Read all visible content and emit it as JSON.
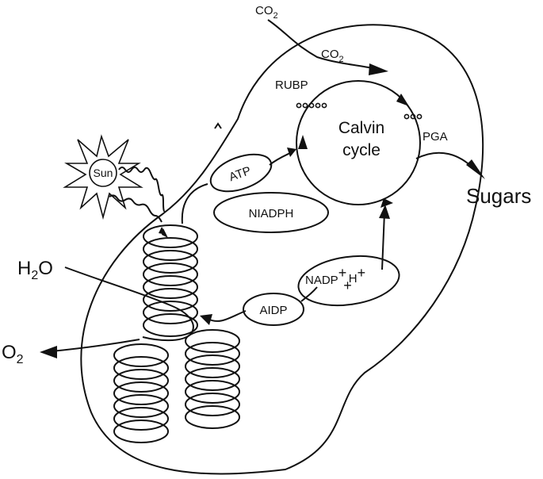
{
  "labels": {
    "co2_top": "CO",
    "co2_top_sub": "2",
    "co2_inner": "CO",
    "co2_inner_sub": "2",
    "rubp": "RUBP",
    "calvin_line1": "Calvin",
    "calvin_line2": "cycle",
    "pga": "PGA",
    "sugars": "Sugars",
    "sun": "Sun",
    "atp": "ATP",
    "nadph": "NIADPH",
    "nadp_main": "NADP",
    "nadp_plus1": "+",
    "nadp_plus2": "+",
    "nadp_h": "H",
    "nadp_plus3": "+",
    "adp": "AIDP",
    "h2o_main": "H",
    "h2o_sub": "2",
    "h2o_o": "O",
    "o2_main": "O",
    "o2_sub": "2"
  },
  "colors": {
    "ink": "#111111",
    "background": "#ffffff"
  }
}
